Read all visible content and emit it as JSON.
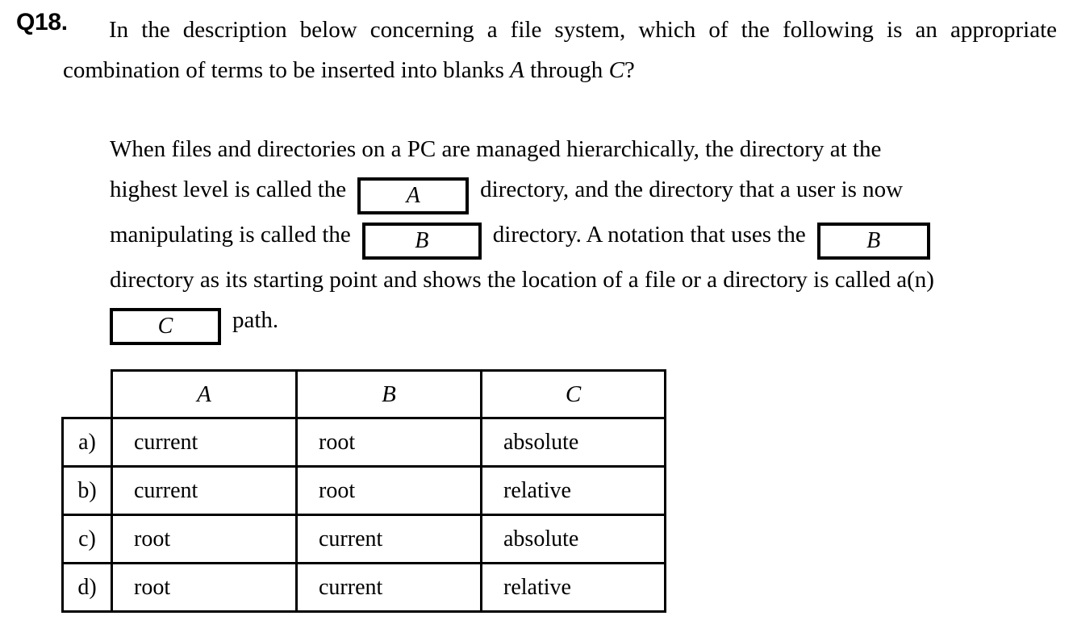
{
  "question": {
    "number": "Q18.",
    "prompt_part1": "In the description below concerning a file system, which of the following is an appropriate combination of terms to be inserted into blanks ",
    "prompt_blank_start": "A",
    "prompt_mid": " through ",
    "prompt_blank_end": "C",
    "prompt_end": "?",
    "full_prompt": "In the description below concerning a file system, which of the following is an appropriate combination of terms to be inserted into blanks A through C?"
  },
  "description": {
    "full_text": "When files and directories on a PC are managed hierarchically, the directory at the highest level is called the [A] directory, and the directory that a user is now manipulating is called the [B] directory. A notation that uses the [B] directory as its starting point and shows the location of a file or a directory is called a(n) [C] path.",
    "line1": "When files and directories on a PC are managed hierarchically, the directory at the",
    "line2_before": "highest level is called the",
    "line2_after": "directory, and the directory that a user is now",
    "line3_before": "manipulating is called the",
    "line3_mid": "directory. A notation that uses the",
    "line4": "directory as its starting point and shows the location of a file or a directory is called a(n)",
    "line5_after": "path.",
    "blank_a": "A",
    "blank_b": "B",
    "blank_b2": "B",
    "blank_c": "C"
  },
  "options_table": {
    "headers": [
      "",
      "A",
      "B",
      "C"
    ],
    "rows": [
      {
        "label": "a)",
        "a": "current",
        "b": "root",
        "c": "absolute"
      },
      {
        "label": "b)",
        "a": "current",
        "b": "root",
        "c": "relative"
      },
      {
        "label": "c)",
        "a": "root",
        "b": "current",
        "c": "absolute"
      },
      {
        "label": "d)",
        "a": "root",
        "b": "current",
        "c": "relative"
      }
    ]
  },
  "colors": {
    "text": "#000000",
    "background": "#ffffff",
    "border": "#000000"
  }
}
